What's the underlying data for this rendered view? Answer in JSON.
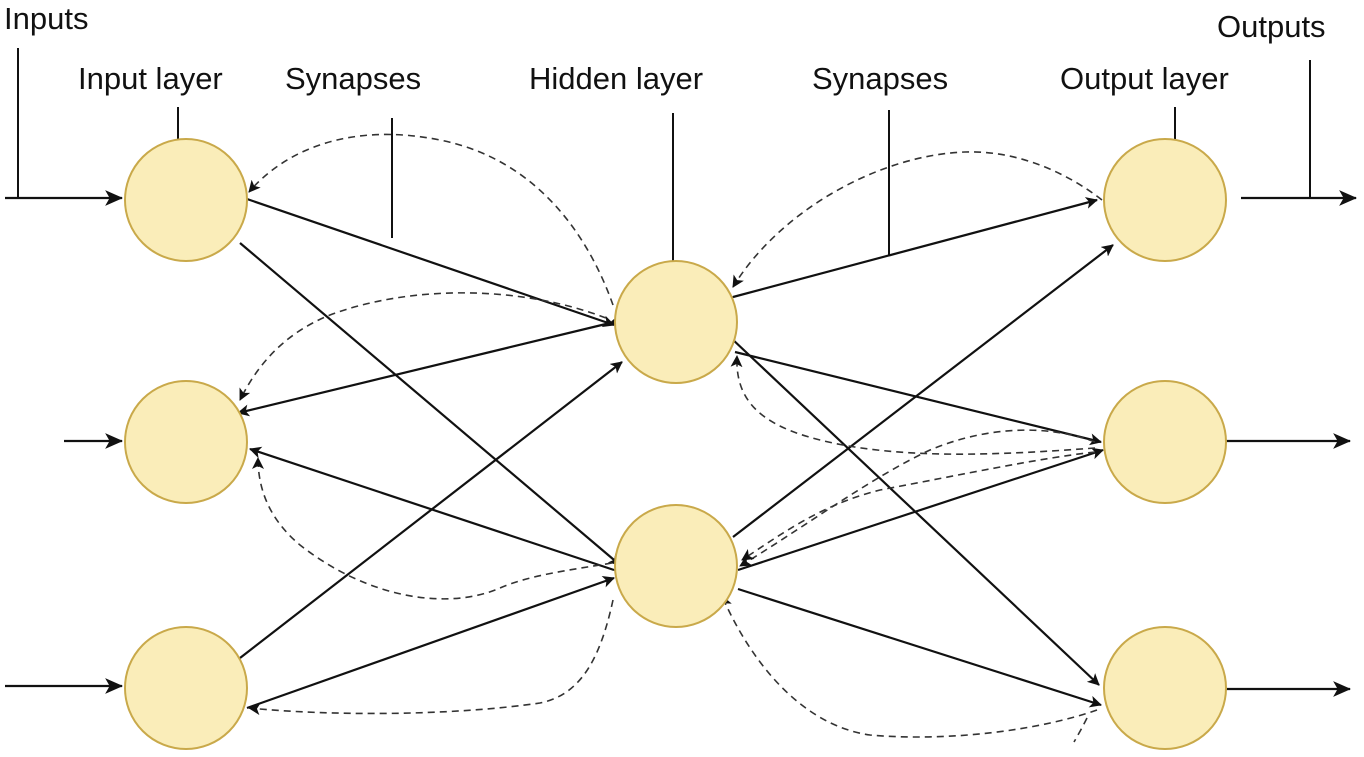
{
  "labels": {
    "inputs": "Inputs",
    "outputs": "Outputs",
    "input_layer": "Input layer",
    "synapses_left": "Synapses",
    "hidden_layer": "Hidden layer",
    "synapses_right": "Synapses",
    "output_layer": "Output layer"
  },
  "colors": {
    "node_fill": "#FAEDB9",
    "node_stroke": "#C9A94A",
    "line": "#111111",
    "dashed_line": "#333333"
  },
  "layers": [
    {
      "id": "input",
      "nodes": 3
    },
    {
      "id": "hidden",
      "nodes": 2
    },
    {
      "id": "output",
      "nodes": 3
    }
  ]
}
